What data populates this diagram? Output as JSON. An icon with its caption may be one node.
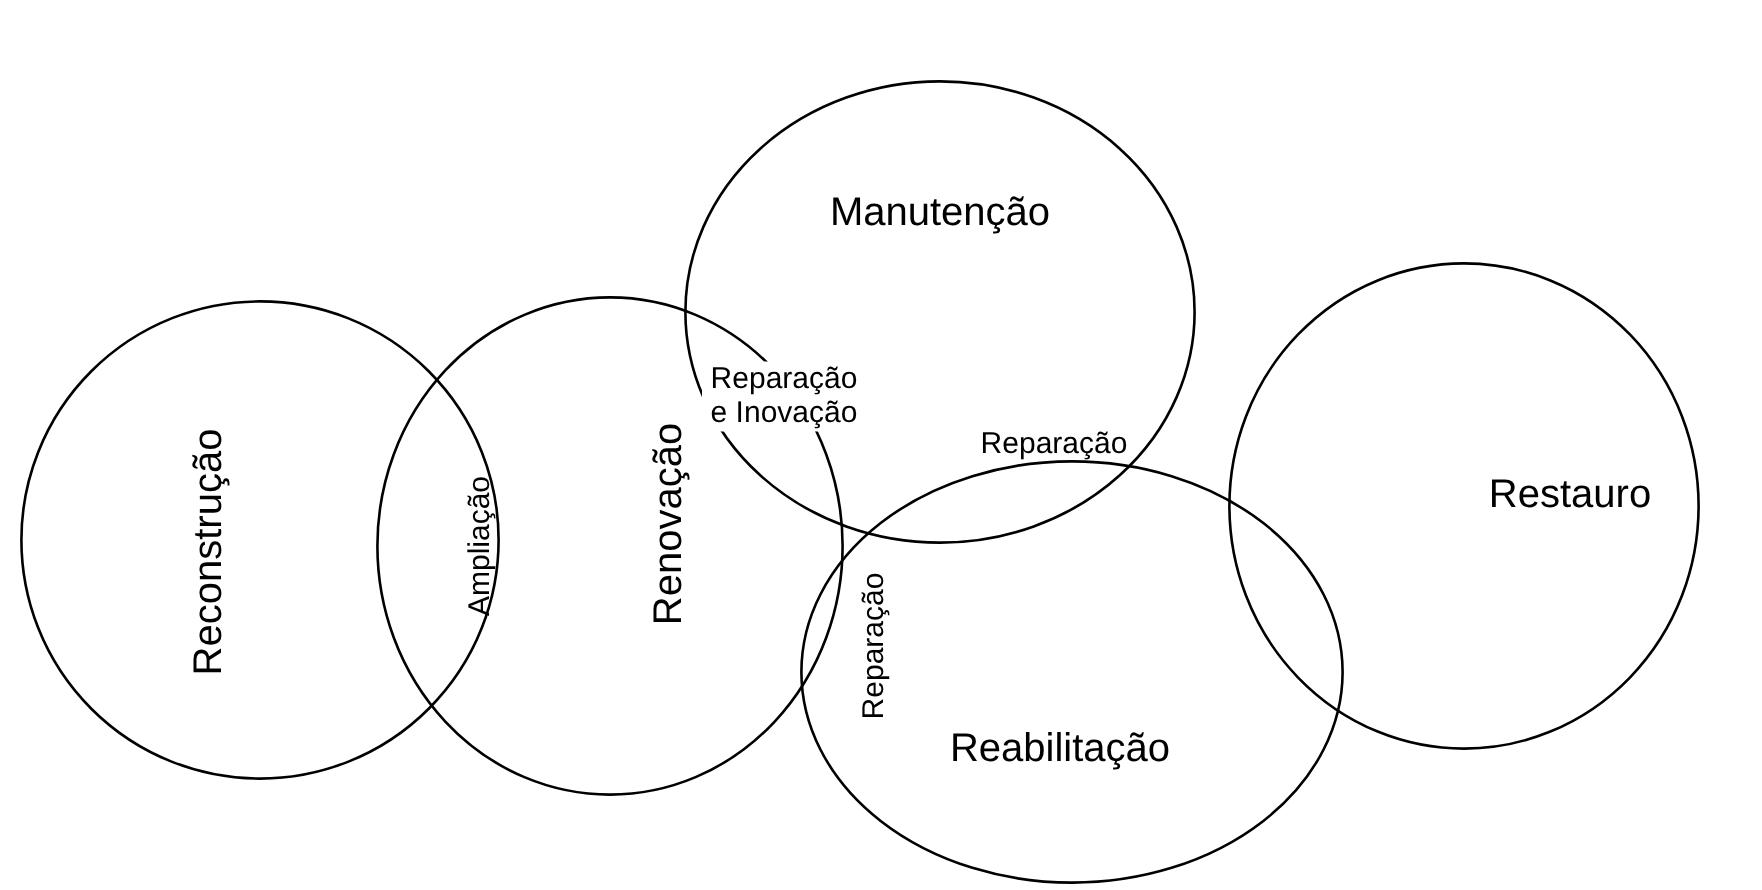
{
  "diagram": {
    "nodes": [
      {
        "text": [
          "Reconstrução"
        ]
      },
      {
        "text": [
          "Renovação"
        ]
      },
      {
        "text": [
          "Manutenção"
        ]
      },
      {
        "text": [
          "Reabilitação"
        ]
      },
      {
        "text": [
          "Restauro"
        ]
      }
    ],
    "labels": [
      "Reparação e Inovação",
      "Reparação",
      "Ampliação",
      "Reparação"
    ]
  }
}
